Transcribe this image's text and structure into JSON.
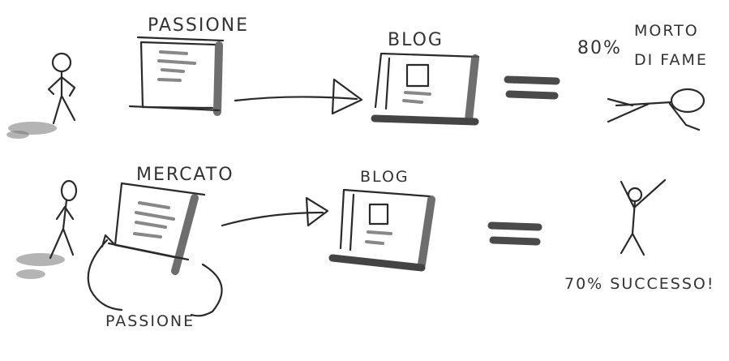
{
  "row_top": {
    "source_label": "PASSIONE",
    "target_label": "BLOG",
    "result_percent": "80%",
    "result_text_line1": "MORTO",
    "result_text_line2": "DI FAME"
  },
  "row_bottom": {
    "source_label": "MERCATO",
    "loop_label": "PASSIONE",
    "target_label": "BLOG",
    "result_text": "70% SUCCESSO!"
  }
}
